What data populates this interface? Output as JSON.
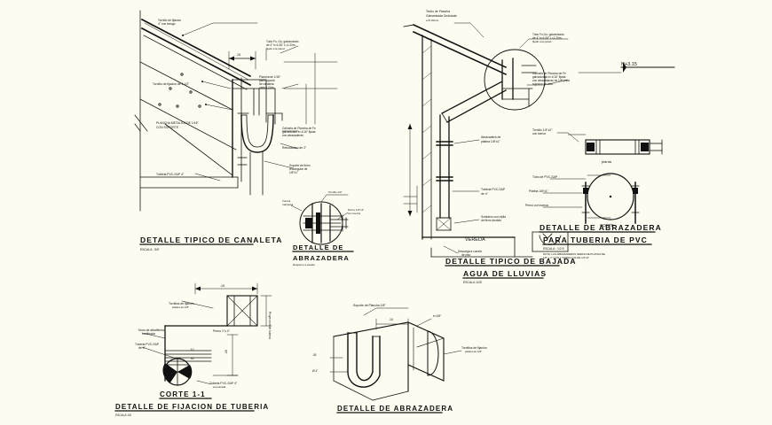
{
  "sheet": {
    "background_color": "#fdfcf0",
    "line_color": "#111111",
    "type": "CAD technical drawing sheet",
    "language": "Spanish"
  },
  "details": {
    "canaleta": {
      "title": "DETALLE TIPICO DE CANALETA",
      "scale": "ESCALA : S/E",
      "notes": [
        "Tornillo de fijacion\n4\" con tarugo",
        "Tornillo de fijacion de 1.1/2\"",
        "PLANCHA METALICA DE 1/16\"\nCON SOPORTE",
        "Tuberia PVC-SAP 4\"",
        "Tubo Fo. Go. galvanizado\nde 4\" e=1/16\" L=1.20m.",
        "Plancha de 1/16\"\npara soporte\nde canaleta\ncada 1.00m.",
        ".15",
        "Cañuela de Plancha de Fe\ngalvanizado e=1/16\" fijada\ncon abrazaderas",
        "Rebosadero de 2\"",
        "Soporte de fierro\nrectangular de\n1/8\"x1\""
      ]
    },
    "abrazadera_corte": {
      "title_line1": "DETALLE DE",
      "title_line2": "ABRAZADERA",
      "notes": [
        "Tuerca\nmariposa",
        "Tornillo 1/4\"",
        "Perno 1/4\"x1\"\ncon tuerca",
        "Despiece a escala"
      ]
    },
    "bajada": {
      "title_line1": "DETALLE TIPICO DE BAJADA",
      "title_line2": "AGUA DE LLUVIAS",
      "scale": "ESCALA 1/25",
      "level_mark": "N+3.15",
      "notes": [
        "Techo de Plancha\nGalvanizada Ondulada\ne=0.40mm.",
        "Tubo Fo.Go. galvanizado\nde 4\" e=1/16\" L=1.20m.\nfijado a la pared",
        "Cañuela de Plancha de Fe\ngalvanizada e=1/16\" fijada\ncon abrazaderas de 1/8\" para\nsujecion de tubo",
        "Abrazadera de\nplatina 1/8\"x1\"",
        "Tuberia PVC-SAP\nde 4\"",
        "Sumidero con rejilla\nde fierro fundido",
        "VEREDA",
        "Descarga a cuneta\nde piso"
      ]
    },
    "abrazadera_pvc": {
      "title_line1": "DETALLE DE ABRAZADERA",
      "title_line2": "PARA TUBERIA DE PVC",
      "scale": "ESCALA : 1/2.5",
      "note_bottom": "NOTA: LAS ABRAZADERAS SERAN DE PLATINA DE\n1/8\" x 1\" CON 2 TORNILLOS DE 1/4\"x2\"",
      "planta_label": "planta",
      "corte_label": "CORTE",
      "notes": [
        "Tubo de PVC-SAP",
        "Platina 1/8\"x1\"",
        "Tornillo 1/4\"x2\"",
        "Perno con tuerca"
      ]
    },
    "fijacion": {
      "title_line1": "CORTE 1-1",
      "title_line2": "DETALLE DE FIJACION DE TUBERIA",
      "scale": "ESCALA 1/5",
      "notes": [
        "Tornillos de fijacion\nplatina de 1/8\"",
        "Perno 1\"x 4\"",
        "Muro de albañileria\nconfinada",
        "Tuberia PVC-SAP\nde 4\"",
        "Tuberia PVC-SAP 4\"\nempotrada",
        ".15",
        "Proyeccion\nde tuberia",
        ".20",
        ".10",
        ".05"
      ]
    },
    "abrazadera_iso": {
      "title": "DETALLE DE ABRAZADERA",
      "notes": [
        "Soporte de Plancha 1/8\"",
        ".10",
        "Tornillos de fijacion\nplatina de 1/8\"",
        ".05",
        "e=1/8\"",
        "Ø 4\""
      ]
    }
  }
}
